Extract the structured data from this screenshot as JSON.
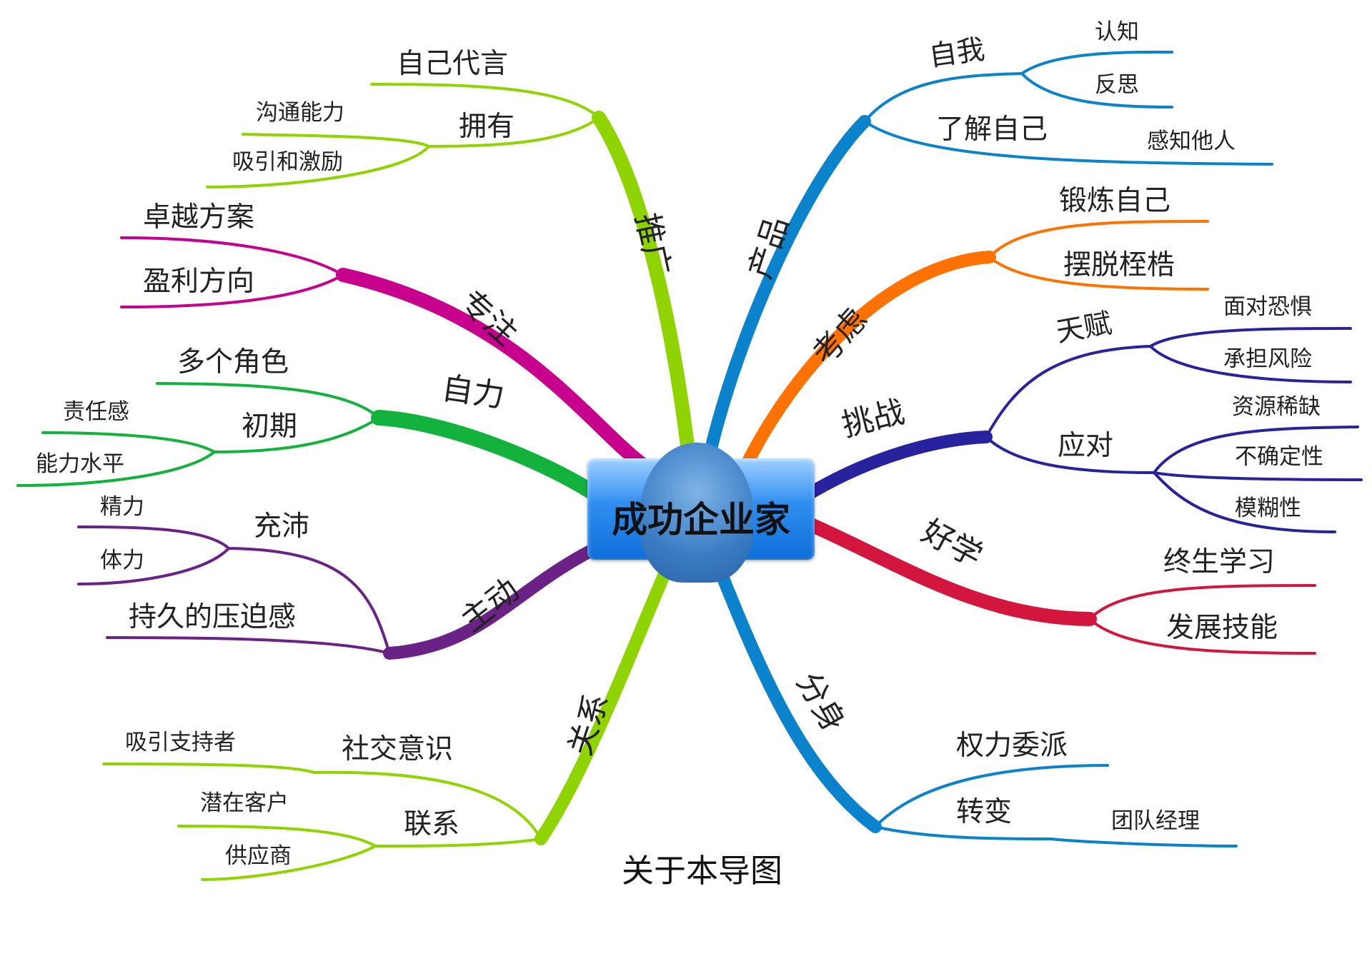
{
  "center": {
    "title": "成功企业家"
  },
  "footer": "关于本导图",
  "colors": {
    "promo": "#8fd400",
    "product": "#0a82cc",
    "consider": "#ff7200",
    "focus": "#c8008e",
    "self_power": "#13b23c",
    "challenge": "#29229e",
    "active": "#6b2287",
    "learn": "#d2163e",
    "relation": "#8fd400",
    "split": "#0a82cc"
  },
  "branches": {
    "promo": {
      "label": "推广",
      "items": {
        "a": "自己代言",
        "b": "拥有",
        "b1": "沟通能力",
        "b2": "吸引和激励"
      }
    },
    "product": {
      "label": "产品",
      "items": {
        "a": "自我",
        "a1": "认知",
        "a2": "反思",
        "b": "了解自己",
        "b1": "感知他人"
      }
    },
    "consider": {
      "label": "考虑",
      "items": {
        "a": "锻炼自己",
        "b": "摆脱桎梏"
      }
    },
    "focus": {
      "label": "专注",
      "items": {
        "a": "卓越方案",
        "b": "盈利方向"
      }
    },
    "self_power": {
      "label": "自力",
      "items": {
        "a": "多个角色",
        "b": "初期",
        "b1": "责任感",
        "b2": "能力水平"
      }
    },
    "challenge": {
      "label": "挑战",
      "items": {
        "a": "天赋",
        "a1": "面对恐惧",
        "a2": "承担风险",
        "b": "应对",
        "b1": "资源稀缺",
        "b2": "不确定性",
        "b3": "模糊性"
      }
    },
    "active": {
      "label": "主动",
      "items": {
        "a": "充沛",
        "a1": "精力",
        "a2": "体力",
        "b": "持久的压迫感"
      }
    },
    "learn": {
      "label": "好学",
      "items": {
        "a": "终生学习",
        "b": "发展技能"
      }
    },
    "relation": {
      "label": "关系",
      "items": {
        "a": "社交意识",
        "a1": "吸引支持者",
        "b": "联系",
        "b1": "潜在客户",
        "b2": "供应商"
      }
    },
    "split": {
      "label": "分身",
      "items": {
        "a": "权力委派",
        "b": "转变",
        "b1": "团队经理"
      }
    }
  }
}
